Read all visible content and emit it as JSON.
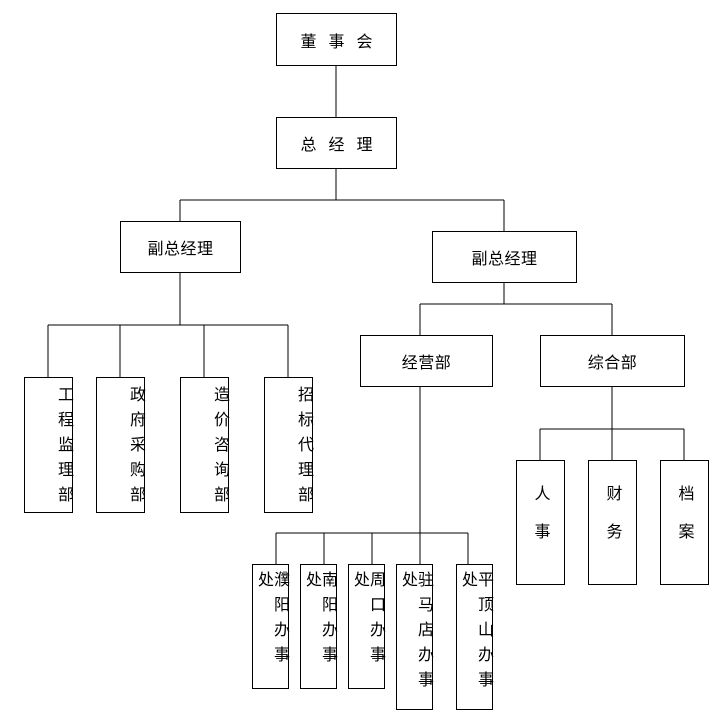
{
  "nodes": {
    "board": "董事会",
    "gm": "总经理",
    "vp_left": "副总经理",
    "vp_right": "副总经理",
    "eng_supervision": "工程监理部",
    "gov_procurement": "政府采购部",
    "cost_consulting": "造价咨询部",
    "bidding_agency": "招标代理部",
    "operations": "经营部",
    "general_affairs": "综合部",
    "puyang_office": "濮阳办事处",
    "nanyang_office": "南阳办事处",
    "zhoukou_office": "周口办事处",
    "zhumadian_office": "驻马店办事处",
    "pingdingshan_office": "平顶山办事处",
    "hr": "人事",
    "finance": "财务",
    "archives": "档案"
  }
}
